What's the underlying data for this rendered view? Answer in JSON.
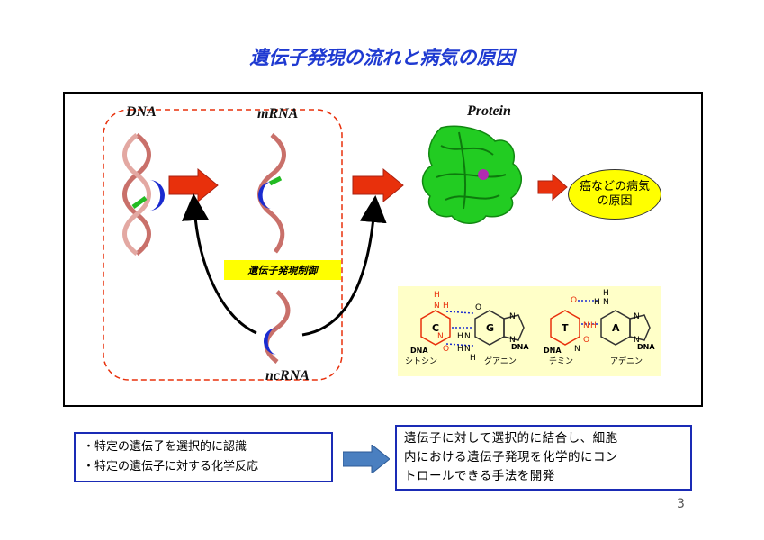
{
  "title": "遺伝子発現の流れと病気の原因",
  "labels": {
    "dna": "DNA",
    "mrna": "mRNA",
    "protein": "Protein",
    "ncrna": "ncRNA"
  },
  "disease": {
    "line1": "癌などの病気",
    "line2": "の原因"
  },
  "regulation_label": "遺伝子発現制御",
  "base_pairs": {
    "cytosine": {
      "letter": "C",
      "name": "シトシン",
      "dna": "DNA"
    },
    "guanine": {
      "letter": "G",
      "name": "グアニン",
      "dna": "DNA"
    },
    "thymine": {
      "letter": "T",
      "name": "チミン",
      "dna": "DNA"
    },
    "adenine": {
      "letter": "A",
      "name": "アデニン",
      "dna": "DNA"
    },
    "atoms": {
      "h": "H",
      "n": "N",
      "o": "O"
    }
  },
  "left_box": {
    "items": [
      "・特定の遺伝子を選択的に認識",
      "・特定の遺伝子に対する化学反応"
    ]
  },
  "right_box": {
    "lines": [
      "遺伝子に対して選択的に結合し、細胞",
      "内における遺伝子発現を化学的にコン",
      "トロールできる手法を開発"
    ]
  },
  "page_number": "3",
  "colors": {
    "title": "#1f3ad1",
    "arrow_red": "#e8300c",
    "helix": "#c9706a",
    "probe": "#1a2bd0",
    "protein": "#22cc22",
    "highlight": "#ffff00",
    "box_border": "#1a2bb5",
    "box_arrow": "#4a7fc0"
  }
}
